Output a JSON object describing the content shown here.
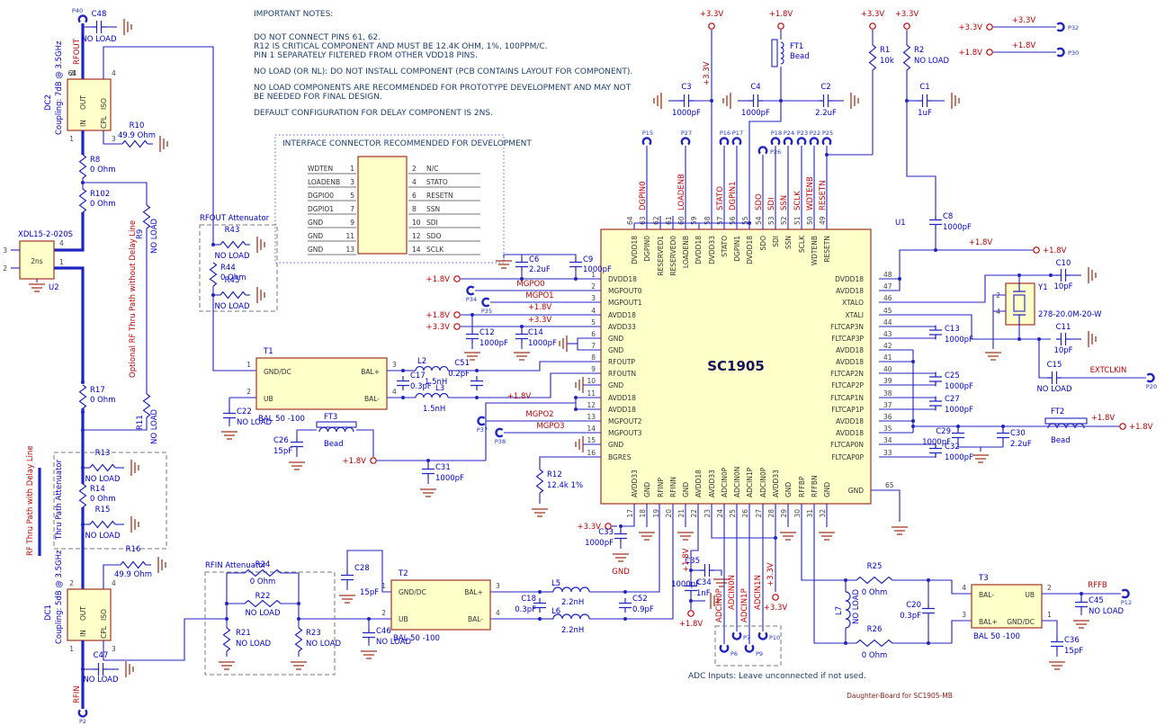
{
  "sheet": {
    "footer": "Daughter-Board for SC1905-MB",
    "adc_note": "ADC Inputs: Leave unconnected if not used."
  },
  "notes": {
    "title": "IMPORTANT NOTES:",
    "n1": "DO NOT CONNECT PINS 61, 62.",
    "n2": "R12 IS CRITICAL COMPONENT AND MUST BE 12.4K OHM, 1%, 100PPM/C.",
    "n3": "PIN 1 SEPARATELY FILTERED FROM OTHER VDD18 PINS.",
    "n4": "NO LOAD (OR NL): DO NOT INSTALL COMPONENT (PCB CONTAINS LAYOUT FOR COMPONENT).",
    "n5": "NO LOAD COMPONENTS ARE RECOMMENDED FOR PROTOTYPE DEVELOPMENT AND MAY NOT",
    "n6": "BE NEEDED FOR FINAL DESIGN.",
    "n7": "DEFAULT CONFIGURATION FOR DELAY COMPONENT IS 2NS."
  },
  "connector": {
    "title": "INTERFACE CONNECTOR RECOMMENDED FOR DEVELOPMENT",
    "left": [
      {
        "label": "WDTEN",
        "pin": "1"
      },
      {
        "label": "LOADENB",
        "pin": "3"
      },
      {
        "label": "DGPIO0",
        "pin": "5"
      },
      {
        "label": "DGPIO1",
        "pin": "7"
      },
      {
        "label": "GND",
        "pin": "9"
      },
      {
        "label": "GND",
        "pin": "11"
      },
      {
        "label": "GND",
        "pin": "13"
      }
    ],
    "right": [
      {
        "pin": "2",
        "label": "N/C"
      },
      {
        "pin": "4",
        "label": "STATO"
      },
      {
        "pin": "6",
        "label": "RESETN"
      },
      {
        "pin": "8",
        "label": "SSN"
      },
      {
        "pin": "10",
        "label": "SDI"
      },
      {
        "pin": "12",
        "label": "SDO"
      },
      {
        "pin": "14",
        "label": "SCLK"
      }
    ]
  },
  "ic": {
    "ref": "U1",
    "part": "SC1905",
    "left": [
      {
        "n": "1",
        "name": "DVDD18"
      },
      {
        "n": "2",
        "name": "MGPOUT0"
      },
      {
        "n": "3",
        "name": "MGPOUT1"
      },
      {
        "n": "4",
        "name": "AVDD18"
      },
      {
        "n": "5",
        "name": "AVDD33"
      },
      {
        "n": "6",
        "name": "GND"
      },
      {
        "n": "7",
        "name": "GND"
      },
      {
        "n": "8",
        "name": "RFOUTP"
      },
      {
        "n": "9",
        "name": "RFOUTN"
      },
      {
        "n": "10",
        "name": "GND"
      },
      {
        "n": "11",
        "name": "AVDD18"
      },
      {
        "n": "12",
        "name": "AVDD18"
      },
      {
        "n": "13",
        "name": "MGPOUT2"
      },
      {
        "n": "14",
        "name": "MGPOUT3"
      },
      {
        "n": "15",
        "name": "GND"
      },
      {
        "n": "16",
        "name": "BGRES"
      }
    ],
    "top": [
      {
        "n": "64",
        "name": "DVDD18"
      },
      {
        "n": "63",
        "name": "DGPIN0"
      },
      {
        "n": "62",
        "name": "RESERVED1"
      },
      {
        "n": "61",
        "name": "RESERVED0"
      },
      {
        "n": "60",
        "name": "LOADENB"
      },
      {
        "n": "59",
        "name": "DVDD18"
      },
      {
        "n": "58",
        "name": "DVDD33"
      },
      {
        "n": "57",
        "name": "STATO"
      },
      {
        "n": "56",
        "name": "DGPIN1"
      },
      {
        "n": "55",
        "name": "DVDD18"
      },
      {
        "n": "54",
        "name": "SDO"
      },
      {
        "n": "53",
        "name": "SDI"
      },
      {
        "n": "52",
        "name": "SSN"
      },
      {
        "n": "51",
        "name": "SCLK"
      },
      {
        "n": "50",
        "name": "WDTENB"
      },
      {
        "n": "49",
        "name": "RESETN"
      }
    ],
    "right": [
      {
        "n": "48",
        "name": "DVDD18"
      },
      {
        "n": "47",
        "name": "AVDD18"
      },
      {
        "n": "46",
        "name": "XTALO"
      },
      {
        "n": "45",
        "name": "XTALI"
      },
      {
        "n": "44",
        "name": "FLTCAP3N"
      },
      {
        "n": "43",
        "name": "FLTCAP3P"
      },
      {
        "n": "42",
        "name": "AVDD18"
      },
      {
        "n": "41",
        "name": "AVDD18"
      },
      {
        "n": "40",
        "name": "FLTCAP2N"
      },
      {
        "n": "39",
        "name": "FLTCAP2P"
      },
      {
        "n": "38",
        "name": "FLTCAP1N"
      },
      {
        "n": "37",
        "name": "FLTCAP1P"
      },
      {
        "n": "36",
        "name": "AVDD18"
      },
      {
        "n": "35",
        "name": "AVDD18"
      },
      {
        "n": "34",
        "name": "FLTCAP0N"
      },
      {
        "n": "33",
        "name": "FLTCAP0P"
      }
    ],
    "bottom": [
      {
        "n": "17",
        "name": "AVDD33"
      },
      {
        "n": "18",
        "name": "GND"
      },
      {
        "n": "19",
        "name": "RFINP"
      },
      {
        "n": "20",
        "name": "RFINN"
      },
      {
        "n": "21",
        "name": "GND"
      },
      {
        "n": "22",
        "name": "AVDD18"
      },
      {
        "n": "23",
        "name": "AVDD33"
      },
      {
        "n": "24",
        "name": "ADCIN0P"
      },
      {
        "n": "25",
        "name": "ADCIN0N"
      },
      {
        "n": "26",
        "name": "ADCIN1P"
      },
      {
        "n": "27",
        "name": "ADCIN0P"
      },
      {
        "n": "28",
        "name": "AVDD33"
      },
      {
        "n": "29",
        "name": "GND"
      },
      {
        "n": "30",
        "name": "RFFBP"
      },
      {
        "n": "31",
        "name": "RFFBN"
      },
      {
        "n": "32",
        "name": "GND"
      }
    ],
    "pad": {
      "n": "65",
      "name": "GND"
    }
  },
  "nets": {
    "rfout": "RFOUT",
    "rfin": "RFIN",
    "rffb": "RFFB",
    "extclkin": "EXTCLKIN",
    "gnd": "GND",
    "v18": "+1.8V",
    "v33": "+3.3V",
    "mgpo0": "MGPO0",
    "mgpo1": "MGPO1",
    "mgpo2": "MGPO2",
    "mgpo3": "MGPO3",
    "dgpin0": "DGPIN0",
    "loadenb": "LOADENB",
    "stato": "STATO",
    "dgpin1": "DGPIN1",
    "sdo": "SDO",
    "sdi": "SDI",
    "ssn": "SSN",
    "sclk": "SCLK",
    "wdtenb": "WDTENB",
    "resetn": "RESETN",
    "adc0p": "ADCIN0P",
    "adc0n": "ADCIN0N",
    "adc1p": "ADCIN1P",
    "adc1n": "ADCIN1N"
  },
  "ports": {
    "p40": "P40",
    "p2": "P2",
    "p30": "P30",
    "p32": "P32",
    "p20": "P20",
    "p12": "P12",
    "p15": "P15",
    "p16": "P16",
    "p17": "P17",
    "p18": "P18",
    "p22": "P22",
    "p23": "P23",
    "p24": "P24",
    "p25": "P25",
    "p26": "P26",
    "p27": "P27",
    "p34": "P34",
    "p35": "P35",
    "p37": "P37",
    "p38": "P38",
    "p6": "P6",
    "p7": "P7",
    "p9": "P9",
    "p10": "P10"
  },
  "labels": {
    "rfout_att": "RFOUT Attenuator",
    "rfin_att": "RFIN Attenuator",
    "thru_att": "Thru Path Attenuator",
    "delay_path": "RF Thru Path with Delay Line",
    "nodelay_path": "Optional RF Thru Path without Delay Line",
    "bal": "BAL 50 -100",
    "gnddc": "GND/DC",
    "ub": "UB",
    "balp": "BAL+",
    "baln": "BAL-",
    "out": "OUT",
    "iso": "ISO",
    "in": "IN",
    "cpl": "CPL"
  },
  "comps": {
    "C48": {
      "r": "C48",
      "v": "NO LOAD"
    },
    "R10": {
      "r": "R10",
      "v": "49.9 Ohm"
    },
    "R8": {
      "r": "R8",
      "v": "0 Ohm"
    },
    "R102": {
      "r": "R102",
      "v": "0 Ohm"
    },
    "R9": {
      "r": "R9",
      "v": "NO LOAD"
    },
    "R11": {
      "r": "R11",
      "v": "NO LOAD"
    },
    "R17": {
      "r": "R17",
      "v": "0 Ohm"
    },
    "R13": {
      "r": "R13",
      "v": "NO LOAD"
    },
    "R14": {
      "r": "R14",
      "v": "0 Ohm"
    },
    "R15": {
      "r": "R15",
      "v": "NO LOAD"
    },
    "R16": {
      "r": "R16",
      "v": "49.9 Ohm"
    },
    "C47": {
      "r": "C47",
      "v": "NO LOAD"
    },
    "DC2": {
      "r": "DC2",
      "v": "Coupling: 7dB @ 3.5GHz"
    },
    "DC1": {
      "r": "DC1",
      "v": "Coupling: 5dB @ 3.5GHz"
    },
    "U2": {
      "r": "U2",
      "part": "XDL15-2-020S",
      "v": "2ns"
    },
    "R43": {
      "r": "R43",
      "v": "NO LOAD"
    },
    "R44": {
      "r": "R44",
      "v": "0 Ohm"
    },
    "R45": {
      "r": "R45",
      "v": "NO LOAD"
    },
    "T1": {
      "r": "T1"
    },
    "C17": {
      "r": "C17",
      "v": "0.3pF"
    },
    "C51": {
      "r": "C51",
      "v": "0.2pF"
    },
    "L2": {
      "r": "L2",
      "v": "1.5nH"
    },
    "L3": {
      "r": "L3",
      "v": "1.5nH"
    },
    "C22": {
      "r": "C22",
      "v": "NO LOAD"
    },
    "FT3": {
      "r": "FT3",
      "v": "Bead"
    },
    "C26": {
      "r": "C26",
      "v": "15pF"
    },
    "C31": {
      "r": "C31",
      "v": "1000pF"
    },
    "R12": {
      "r": "R12",
      "v": "12.4k 1%"
    },
    "C6": {
      "r": "C6",
      "v": "2.2uF"
    },
    "C9": {
      "r": "C9",
      "v": "1000pF"
    },
    "C12": {
      "r": "C12",
      "v": "1000pF"
    },
    "C14": {
      "r": "C14",
      "v": "1000pF"
    },
    "C3": {
      "r": "C3",
      "v": "1000pF"
    },
    "C4": {
      "r": "C4",
      "v": "1000pF"
    },
    "C2": {
      "r": "C2",
      "v": "2.2uF"
    },
    "FT1": {
      "r": "FT1",
      "v": "Bead"
    },
    "R1": {
      "r": "R1",
      "v": "10k"
    },
    "R2": {
      "r": "R2",
      "v": "NO LOAD"
    },
    "C1": {
      "r": "C1",
      "v": "1uF"
    },
    "C8": {
      "r": "C8",
      "v": "1000pF"
    },
    "Y1": {
      "r": "Y1",
      "v": "278-20.0M-20-W"
    },
    "C10": {
      "r": "C10",
      "v": "10pF"
    },
    "C11": {
      "r": "C11",
      "v": "10pF"
    },
    "C13": {
      "r": "C13",
      "v": "1000pF"
    },
    "C15": {
      "r": "C15",
      "v": "NO LOAD"
    },
    "C25": {
      "r": "C25",
      "v": "1000pF"
    },
    "C27": {
      "r": "C27",
      "v": "1000pF"
    },
    "C29": {
      "r": "C29",
      "v": "1000pF"
    },
    "C30": {
      "r": "C30",
      "v": "2.2uF"
    },
    "C32": {
      "r": "C32",
      "v": "1000pF"
    },
    "FT2": {
      "r": "FT2",
      "v": "Bead"
    },
    "C33": {
      "r": "C33",
      "v": "1000pF"
    },
    "C35": {
      "r": "C35",
      "v": "1000pF"
    },
    "C34": {
      "r": "C34",
      "v": "1nF"
    },
    "C28": {
      "r": "C28",
      "v": "15pF"
    },
    "T2": {
      "r": "T2"
    },
    "C18": {
      "r": "C18",
      "v": "0.3pF"
    },
    "L5": {
      "r": "L5",
      "v": "2.2nH"
    },
    "L6": {
      "r": "L6",
      "v": "2.2nH"
    },
    "C52": {
      "r": "C52",
      "v": "0.9pF"
    },
    "C46": {
      "r": "C46",
      "v": "NO LOAD"
    },
    "R21": {
      "r": "R21",
      "v": "NO LOAD"
    },
    "R22": {
      "r": "R22",
      "v": "NO LOAD"
    },
    "R23": {
      "r": "R23",
      "v": "NO LOAD"
    },
    "R24": {
      "r": "R24",
      "v": "0 Ohm"
    },
    "L7": {
      "r": "L7",
      "v": "NO LOAD"
    },
    "R25": {
      "r": "R25",
      "v": "0 Ohm"
    },
    "R26": {
      "r": "R26",
      "v": "0 Ohm"
    },
    "C20": {
      "r": "C20",
      "v": "0.3pF"
    },
    "T3": {
      "r": "T3"
    },
    "C45": {
      "r": "C45",
      "v": "NO LOAD"
    },
    "C36": {
      "r": "C36",
      "v": "15pF"
    }
  }
}
